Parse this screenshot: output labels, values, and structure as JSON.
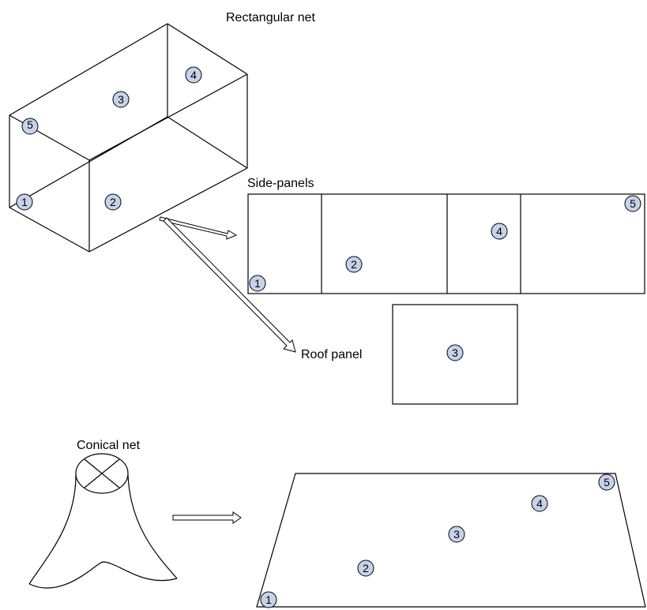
{
  "labels": {
    "rectangular_net": "Rectangular net",
    "side_panels": "Side-panels",
    "roof_panel": "Roof panel",
    "conical_net": "Conical net"
  },
  "box_markers": [
    "1",
    "2",
    "3",
    "4",
    "5"
  ],
  "side_panel_markers": [
    "1",
    "2",
    "4",
    "5"
  ],
  "roof_marker": "3",
  "trapezoid_markers": [
    "1",
    "2",
    "3",
    "4",
    "5"
  ],
  "colors": {
    "marker_fill": "#c5d3ea",
    "line": "#000000"
  }
}
